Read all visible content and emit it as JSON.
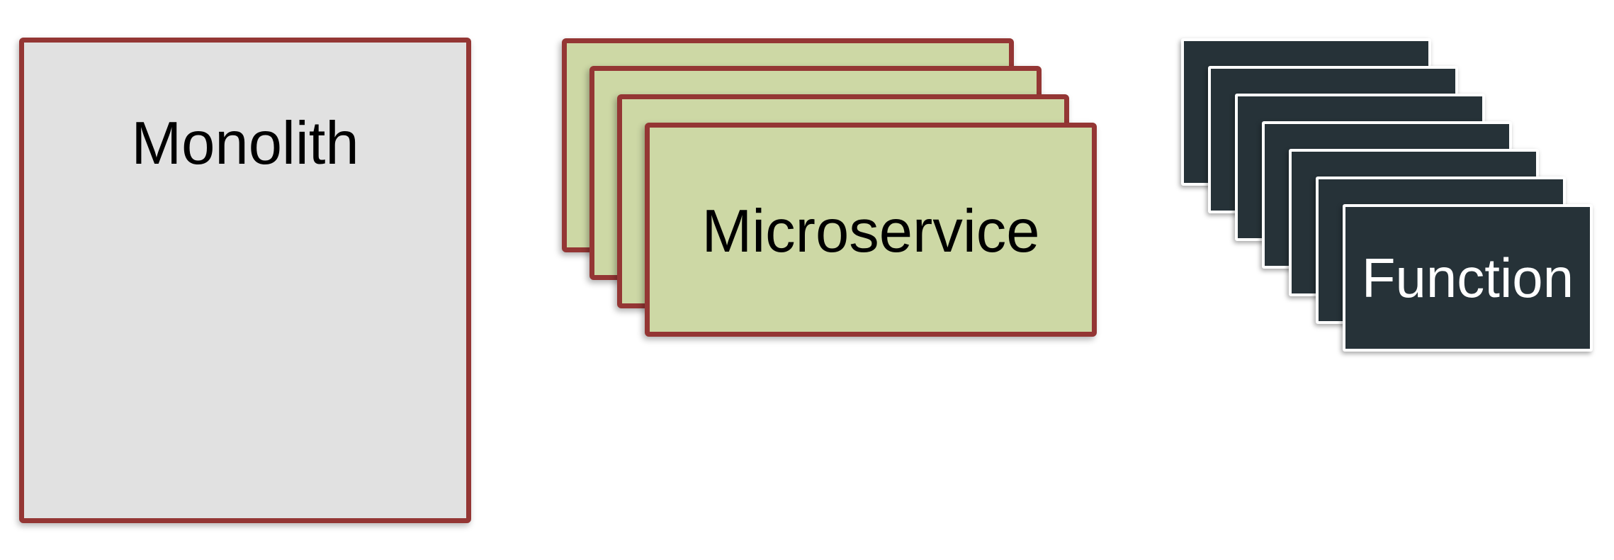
{
  "diagram": {
    "groups": [
      {
        "id": "monolith",
        "label": "Monolith",
        "box_count": 1,
        "fill_color": "#e1e1e1",
        "border_color": "#943634",
        "text_color": "#000000"
      },
      {
        "id": "microservice",
        "label": "Microservice",
        "box_count": 4,
        "fill_color": "#cdd8a5",
        "border_color": "#943634",
        "text_color": "#000000"
      },
      {
        "id": "function",
        "label": "Function",
        "box_count": 7,
        "fill_color": "#263238",
        "border_color": "#ffffff",
        "text_color": "#ffffff"
      }
    ]
  }
}
